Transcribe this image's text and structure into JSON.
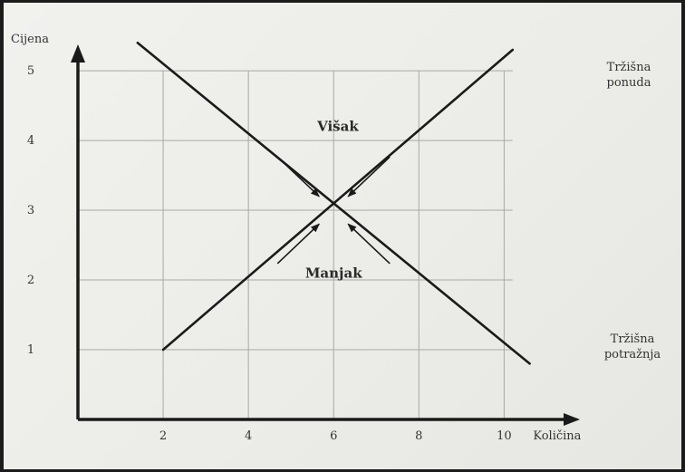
{
  "chart_data": {
    "type": "line",
    "ylabel": "Cijena",
    "xlabel": "Količina",
    "x_ticks": [
      2,
      4,
      6,
      8,
      10
    ],
    "y_ticks": [
      1,
      2,
      3,
      4,
      5
    ],
    "xlim": [
      0,
      10.8
    ],
    "ylim": [
      0,
      5.3
    ],
    "grid": true,
    "series": [
      {
        "name": "Tržišna ponuda",
        "name_lines": [
          "Tržišna",
          "ponuda"
        ],
        "x": [
          2,
          10.2
        ],
        "y": [
          1,
          5.3
        ]
      },
      {
        "name": "Tržišna potražnja",
        "name_lines": [
          "Tržišna",
          "potražnja"
        ],
        "x": [
          1.4,
          10.6
        ],
        "y": [
          5.4,
          0.8
        ]
      }
    ],
    "equilibrium": {
      "x": 6,
      "y": 3
    },
    "annotations": [
      {
        "text": "Višak",
        "x": 6.1,
        "y": 4.2
      },
      {
        "text": "Manjak",
        "x": 6,
        "y": 2.1
      }
    ],
    "colors": {
      "axis": "#1a1a1a",
      "line": "#1a1a1a",
      "grid": "#a8a8a8",
      "text": "#333333"
    }
  }
}
